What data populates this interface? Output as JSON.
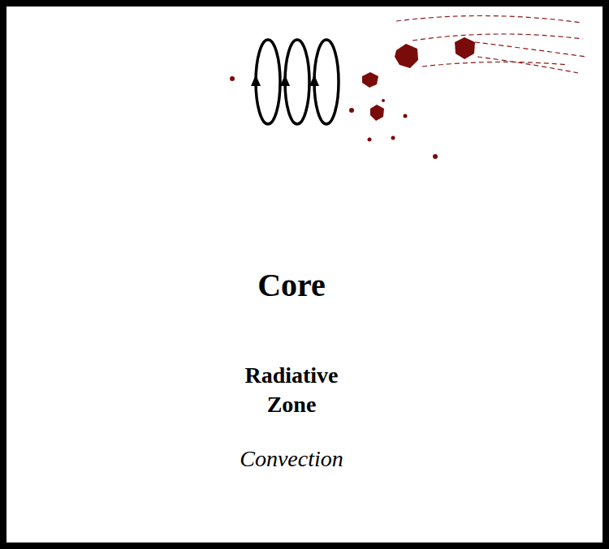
{
  "diagram": {
    "nodes": [
      {
        "text": [
          "Convection"
        ]
      },
      {
        "text": [
          "Radiative Zone"
        ],
        "in": 0
      },
      {
        "text": [
          "Core"
        ],
        "in": 1
      }
    ]
  }
}
